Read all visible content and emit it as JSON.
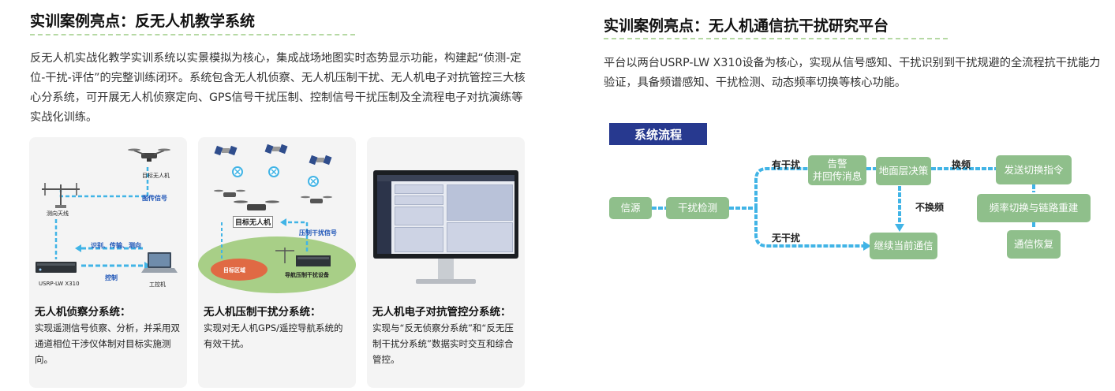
{
  "left": {
    "title": "实训案例亮点：反无人机教学系统",
    "description": "反无人机实战化教学实训系统以实景模拟为核心，集成战场地图实时态势显示功能，构建起“侦测-定位-干扰-评估”的完整训练闭环。系统包含无人机侦察、无人机压制干扰、无人机电子对抗管控三大核心分系统，可开展无人机侦察定向、GPS信号干扰压制、控制信号干扰压制及全流程电子对抗演练等实战化训练。",
    "cards": [
      {
        "title": "无人机侦察分系统：",
        "desc": "实现遥测信号侦察、分析，并采用双通道相位干涉仪体制对目标实施测向。",
        "labels": {
          "target_drone": "目标无人机",
          "image_signal": "图传信号",
          "antenna": "测向天线",
          "flow": "识别、传输、测向",
          "control": "控制",
          "device": "USRP-LW X310",
          "pc": "工控机"
        }
      },
      {
        "title": "无人机压制干扰分系统：",
        "desc": "实现对无人机GPS/遥控导航系统的有效干扰。",
        "labels": {
          "target_drone": "目标无人机",
          "jam_signal": "压制干扰信号",
          "target_area": "目标区域",
          "jammer": "导航压制干扰设备"
        }
      },
      {
        "title": "无人机电子对抗管控分系统：",
        "desc": "实现与“反无侦察分系统”和“反无压制干扰分系统”数据实时交互和综合管控。"
      }
    ]
  },
  "right": {
    "title": "实训案例亮点：无人机通信抗干扰研究平台",
    "description": "平台以两台USRP-LW X310设备为核心，实现从信号感知、干扰识别到干扰规避的全流程抗干扰能力验证，具备频谱感知、干扰检测、动态频率切换等核心功能。",
    "banner": "系统流程",
    "flow": {
      "source": "信源",
      "detect": "干扰检测",
      "alarm": "告警\n并回传消息",
      "decide": "地面层决策",
      "send": "发送切换指令",
      "switch": "频率切换与链路重建",
      "recover": "通信恢复",
      "continue": "继续当前通信",
      "has_jam": "有干扰",
      "no_jam": "无干扰",
      "switch_freq": "换频",
      "no_switch": "不换频"
    }
  },
  "colors": {
    "accent_green": "#8fbf8b",
    "flow_blue": "#41b4e6",
    "banner_blue": "#27398f",
    "dashed_underline": "#b6d9a4"
  }
}
